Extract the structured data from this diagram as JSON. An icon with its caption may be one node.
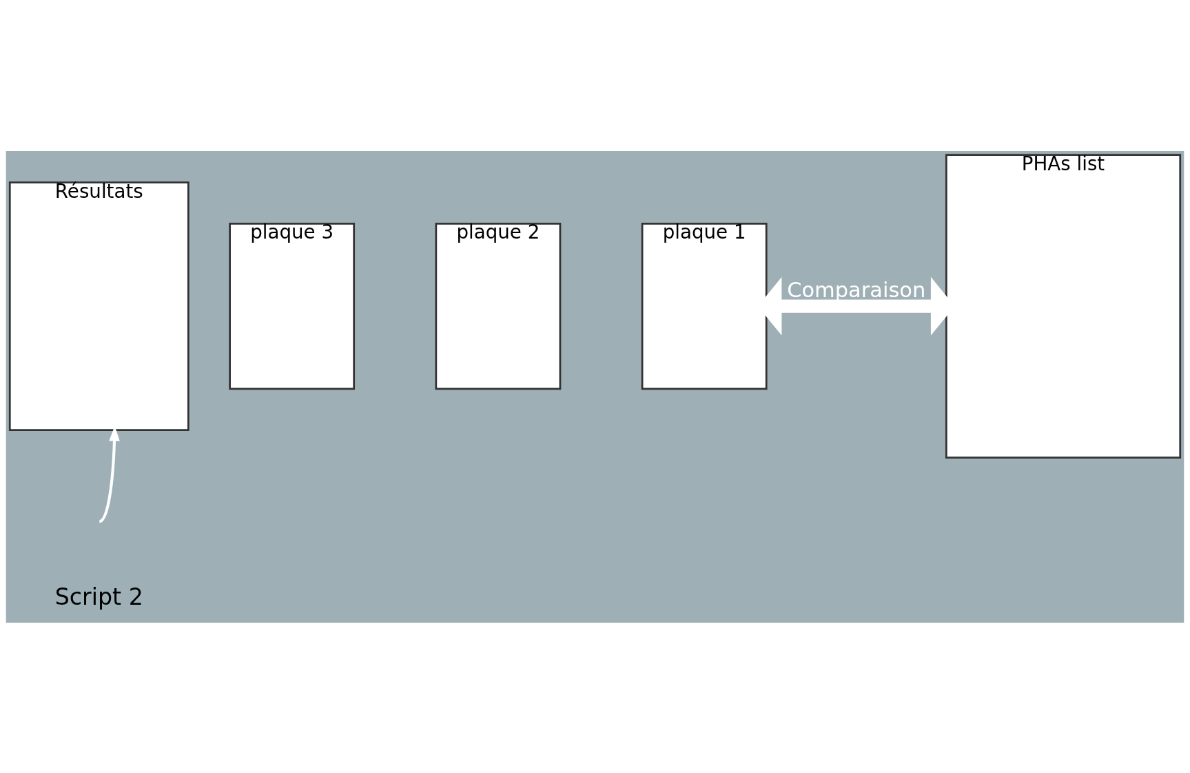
{
  "diagram": {
    "nodes": [
      {
        "text": [
          "Résultats"
        ]
      },
      {
        "text": [
          "PHAs list"
        ]
      },
      {
        "text": [
          "plaque 3"
        ]
      },
      {
        "text": [
          "plaque 2"
        ]
      },
      {
        "text": [
          "plaque 1"
        ]
      }
    ],
    "edges": [
      {
        "from": null,
        "to": 0,
        "arrow": "to"
      },
      {
        "from": 4,
        "to": 1,
        "arrow": "both",
        "label": "Comparaison",
        "style": "thick"
      }
    ],
    "labels": [
      "Script 2"
    ]
  }
}
